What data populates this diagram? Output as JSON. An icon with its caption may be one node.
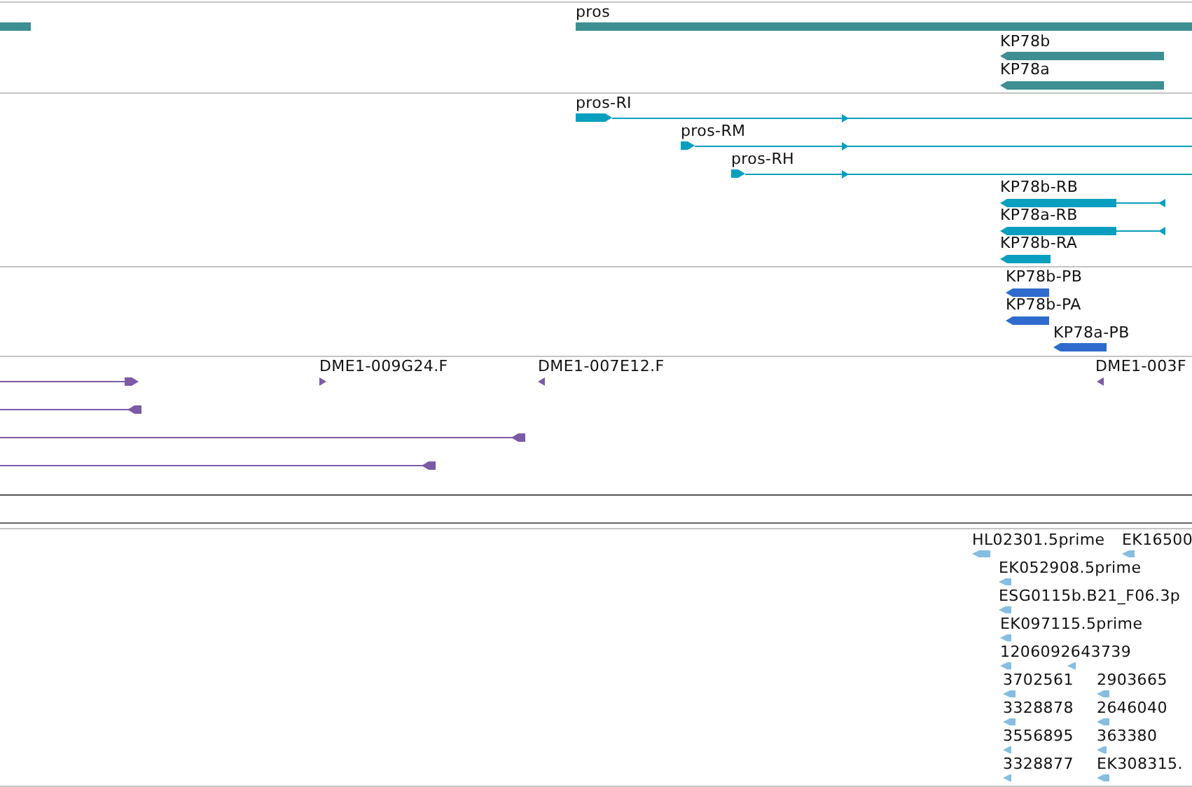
{
  "diagram": {
    "labels": [
      "pros",
      "KP78b",
      "KP78a",
      "pros-RI",
      "pros-RM",
      "pros-RH",
      "KP78b-RB",
      "KP78a-RB",
      "KP78b-RA",
      "KP78b-PB",
      "KP78b-PA",
      "KP78a-PB",
      "DME1-009G24.F",
      "DME1-007E12.F",
      "DME1-003F",
      "HL02301.5prime",
      "EK16500",
      "EK052908.5prime",
      "ESG0115b.B21_F06.3p",
      "EK097115.5prime",
      "1206092643739",
      "3702561",
      "2903665",
      "3328878",
      "2646040",
      "3556895",
      "363380",
      "3328877",
      "EK308315."
    ]
  }
}
